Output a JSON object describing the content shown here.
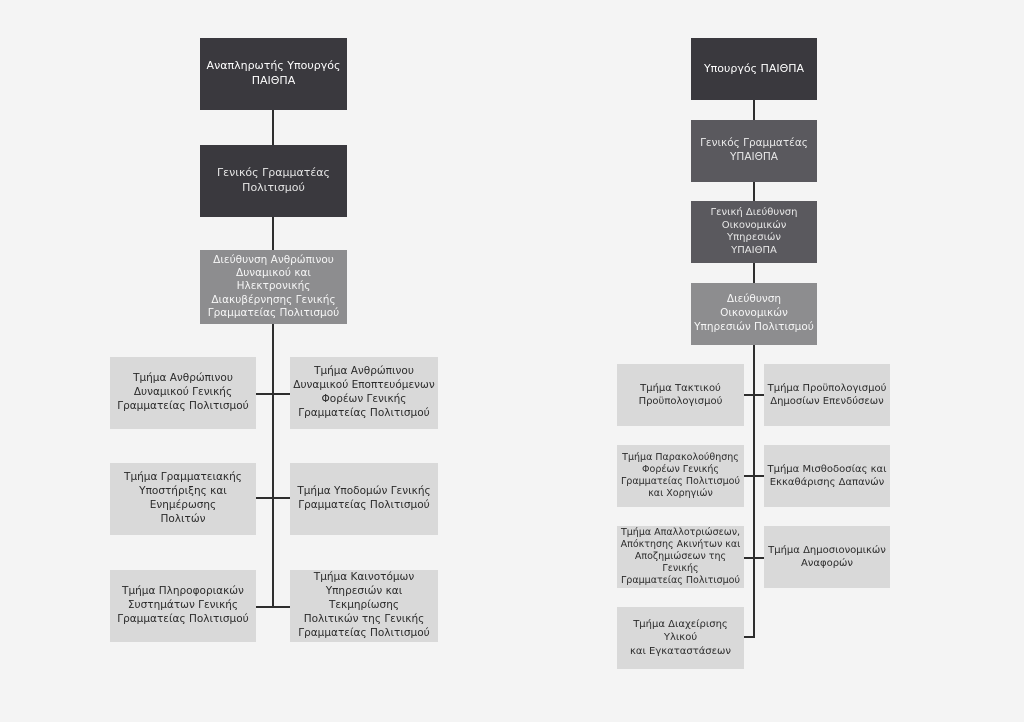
{
  "left_chart": {
    "n1": "Αναπληρωτής Υπουργός\nΠΑΙΘΠΑ",
    "n2": "Γενικός Γραμματέας\nΠολιτισμού",
    "n3": "Διεύθυνση Ανθρώπινου\nΔυναμικού και Ηλεκτρονικής\nΔιακυβέρνησης Γενικής\nΓραμματείας Πολιτισμού",
    "d1": "Τμήμα Ανθρώπινου\nΔυναμικού Γενικής\nΓραμματείας Πολιτισμού",
    "d2": "Τμήμα Ανθρώπινου\nΔυναμικού Εποπτευόμενων\nΦορέων Γενικής\nΓραμματείας Πολιτισμού",
    "d3": "Τμήμα Γραμματειακής\nΥποστήριξης και Ενημέρωσης\nΠολιτών",
    "d4": "Τμήμα Υποδομών Γενικής\nΓραμματείας Πολιτισμού",
    "d5": "Τμήμα Πληροφοριακών\nΣυστημάτων Γενικής\nΓραμματείας Πολιτισμού",
    "d6": "Τμήμα Καινοτόμων\nΥπηρεσιών και Τεκμηρίωσης\nΠολιτικών της Γενικής\nΓραμματείας Πολιτισμού"
  },
  "right_chart": {
    "n1": "Υπουργός ΠΑΙΘΠΑ",
    "n2": "Γενικός Γραμματέας\nΥΠΑΙΘΠΑ",
    "n3": "Γενική Διεύθυνση\nΟικονομικών Υπηρεσιών\nΥΠΑΙΘΠΑ",
    "n4": "Διεύθυνση Οικονομικών\nΥπηρεσιών Πολιτισμού",
    "d1": "Τμήμα Τακτικού\nΠροϋπολογισμού",
    "d2": "Τμήμα Προϋπολογισμού\nΔημοσίων Επενδύσεων",
    "d3": "Τμήμα Παρακολούθησης\nΦορέων Γενικής\nΓραμματείας Πολιτισμού\nκαι Χορηγιών",
    "d4": "Τμήμα Μισθοδοσίας και\nΕκκαθάρισης Δαπανών",
    "d5": "Τμήμα Απαλλοτριώσεων,\nΑπόκτησης Ακινήτων και\nΑποζημιώσεων της Γενικής\nΓραμματείας Πολιτισμού",
    "d6": "Τμήμα Δημοσιονομικών\nΑναφορών",
    "d7": "Τμήμα Διαχείρισης Υλικού\nκαι Εγκαταστάσεων"
  }
}
